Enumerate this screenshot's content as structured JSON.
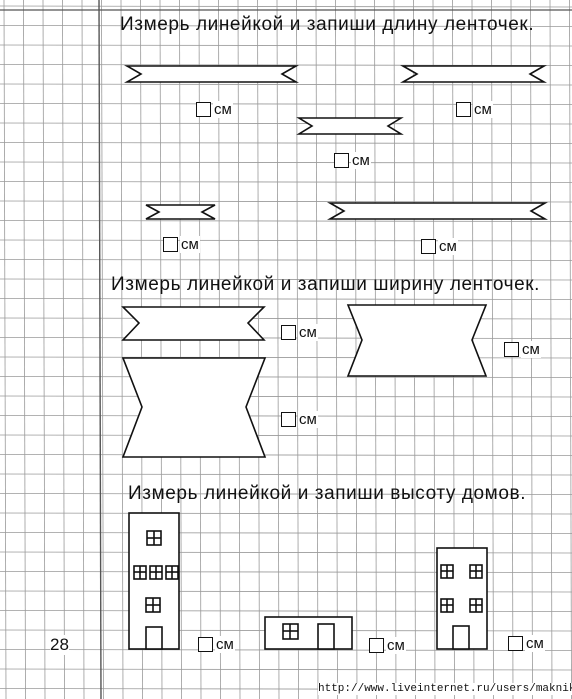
{
  "tasks": [
    {
      "title": "Измерь линейкой и запиши длину ленточек."
    },
    {
      "title": "Измерь линейкой и запиши ширину ленточек."
    },
    {
      "title": "Измерь линейкой и запиши высоту домов."
    }
  ],
  "unit": "см",
  "page_number": "28",
  "watermark": "http://www.liveinternet.ru/users/maknika/"
}
